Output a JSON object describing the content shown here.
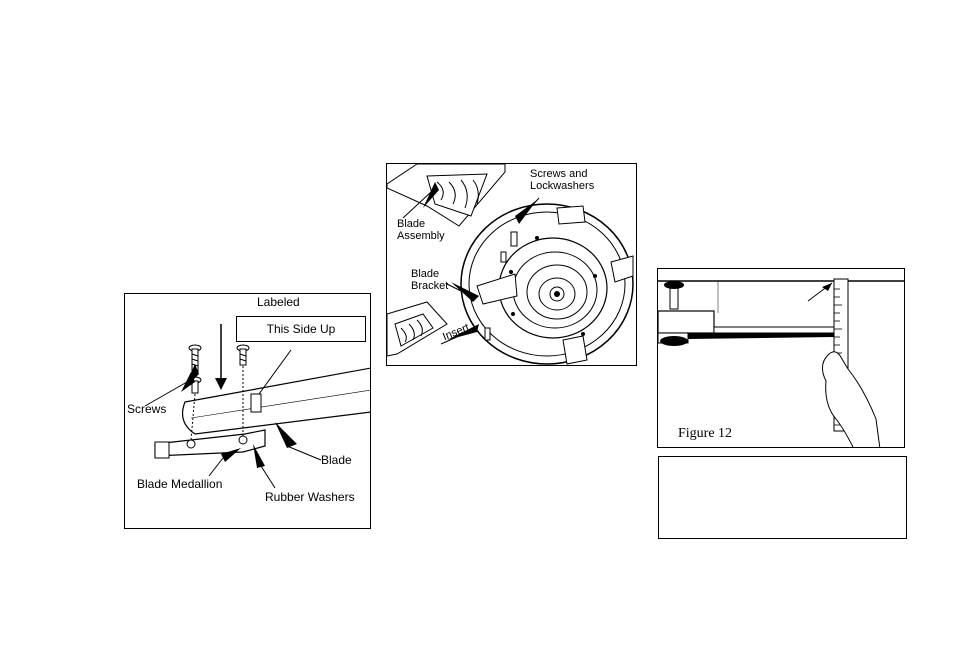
{
  "panel_a": {
    "labeled": "Labeled",
    "this_side_up": "This Side Up",
    "screws": "Screws",
    "blade": "Blade",
    "blade_medallion": "Blade  Medallion",
    "rubber_washers": "Rubber Washers"
  },
  "panel_b": {
    "screws_and": "Screws and",
    "lockwashers": "Lockwashers",
    "blade_line1": "Blade",
    "assembly": "Assembly",
    "blade_line2": "Blade",
    "bracket": "Bracket",
    "insert": "Insert"
  },
  "panel_c": {
    "figure_caption": "Figure 12"
  }
}
